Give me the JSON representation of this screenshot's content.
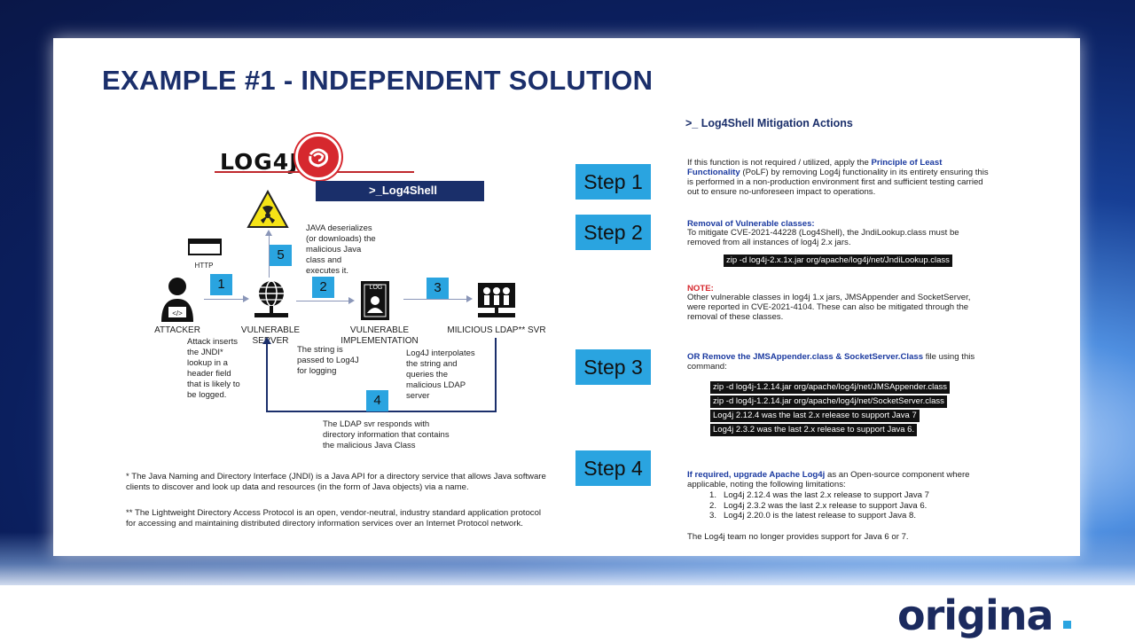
{
  "title": "EXAMPLE #1 - INDEPENDENT SOLUTION",
  "logo": {
    "name": "LOG4J",
    "subtitle": ">_Log4Shell"
  },
  "diagram": {
    "http_label": "HTTP",
    "nodes": {
      "attacker": "ATTACKER",
      "server": "VULNERABLE\nSERVER",
      "implementation": "VULNERABLE\nIMPLEMENTATION",
      "ldap": "MILICIOUS LDAP** SVR",
      "book_label": "LOG"
    },
    "numbers": [
      "1",
      "2",
      "3",
      "4",
      "5"
    ],
    "texts": {
      "attacker_desc": "Attack inserts\nthe JNDI*\nlookup in a\nheader field\nthat is likely to\nbe logged.",
      "string_desc": "The string is\npassed to Log4J\nfor logging",
      "interpolate_desc": "Log4J interpolates\nthe string and\nqueries the\nmalicious LDAP\nserver",
      "java_desc": "JAVA deserializes\n(or downloads) the\nmalicious Java\nclass and\nexecutes it.",
      "ldap_desc": "The LDAP svr responds with\ndirectory information that contains\nthe malicious Java Class"
    }
  },
  "footnotes": {
    "jndi": "* The Java Naming and Directory Interface (JNDI) is a Java API for a directory service that allows Java software\nclients to discover and look up data and resources (in the form of Java objects) via a name.",
    "ldap": "** The Lightweight Directory Access Protocol is an open, vendor-neutral, industry standard application protocol\nfor accessing and maintaining distributed directory information services over an Internet Protocol network."
  },
  "steps": [
    "Step 1",
    "Step 2",
    "Step 3",
    "Step 4"
  ],
  "mitigation": {
    "heading": ">_ Log4Shell Mitigation Actions",
    "step1": {
      "pre": "If this function is not required / utilized, apply the ",
      "link": "Principle of Least\nFunctionality",
      "post": " (PoLF) by removing Log4j functionality in its entirety ensuring this\nis performed in a non-production environment first and sufficient testing carried\nout to ensure no-unforeseen impact to operations."
    },
    "step2": {
      "heading": "Removal of Vulnerable classes:",
      "body": "To mitigate CVE-2021-44228 (Log4Shell), the JndiLookup.class must be\nremoved from all instances of log4j 2.x jars.",
      "command": "zip -d log4j-2.x.1x.jar org/apache/log4j/net/JndiLookup.class",
      "note_label": "NOTE:",
      "note_body": "Other vulnerable classes in log4j 1.x jars, JMSAppender and SocketServer,\nwere reported in CVE-2021-4104.  These can also be mitigated through the\nremoval of these classes."
    },
    "step3": {
      "heading_pre": "OR Remove the JMSAppender.class & SocketServer.Class",
      "heading_post": " file using this\ncommand:",
      "commands": [
        "zip -d log4j-1.2.14.jar org/apache/log4j/net/JMSAppender.class",
        "zip -d log4j-1.2.14.jar org/apache/log4j/net/SocketServer.class",
        "Log4j 2.12.4 was the last 2.x release to support Java 7",
        "Log4j 2.3.2 was the last 2.x release to support Java 6."
      ]
    },
    "step4": {
      "heading_pre": "If required, upgrade Apache Log4j",
      "heading_post": " as an Open-source component where\napplicable, noting the following limitations:",
      "limits": [
        {
          "n": "1.",
          "text": "Log4j 2.12.4 was the last 2.x release to support Java 7"
        },
        {
          "n": "2.",
          "text": "Log4j 2.3.2 was the last 2.x release to support Java 6."
        },
        {
          "n": "3.",
          "text": "Log4j 2.20.0 is the latest release to support Java 8."
        }
      ],
      "footer": "The Log4j team no longer provides support for Java 6 or 7."
    }
  },
  "brand": {
    "name": "origina",
    "accent": "#2aa4e0",
    "dark": "#1b2a5e"
  }
}
